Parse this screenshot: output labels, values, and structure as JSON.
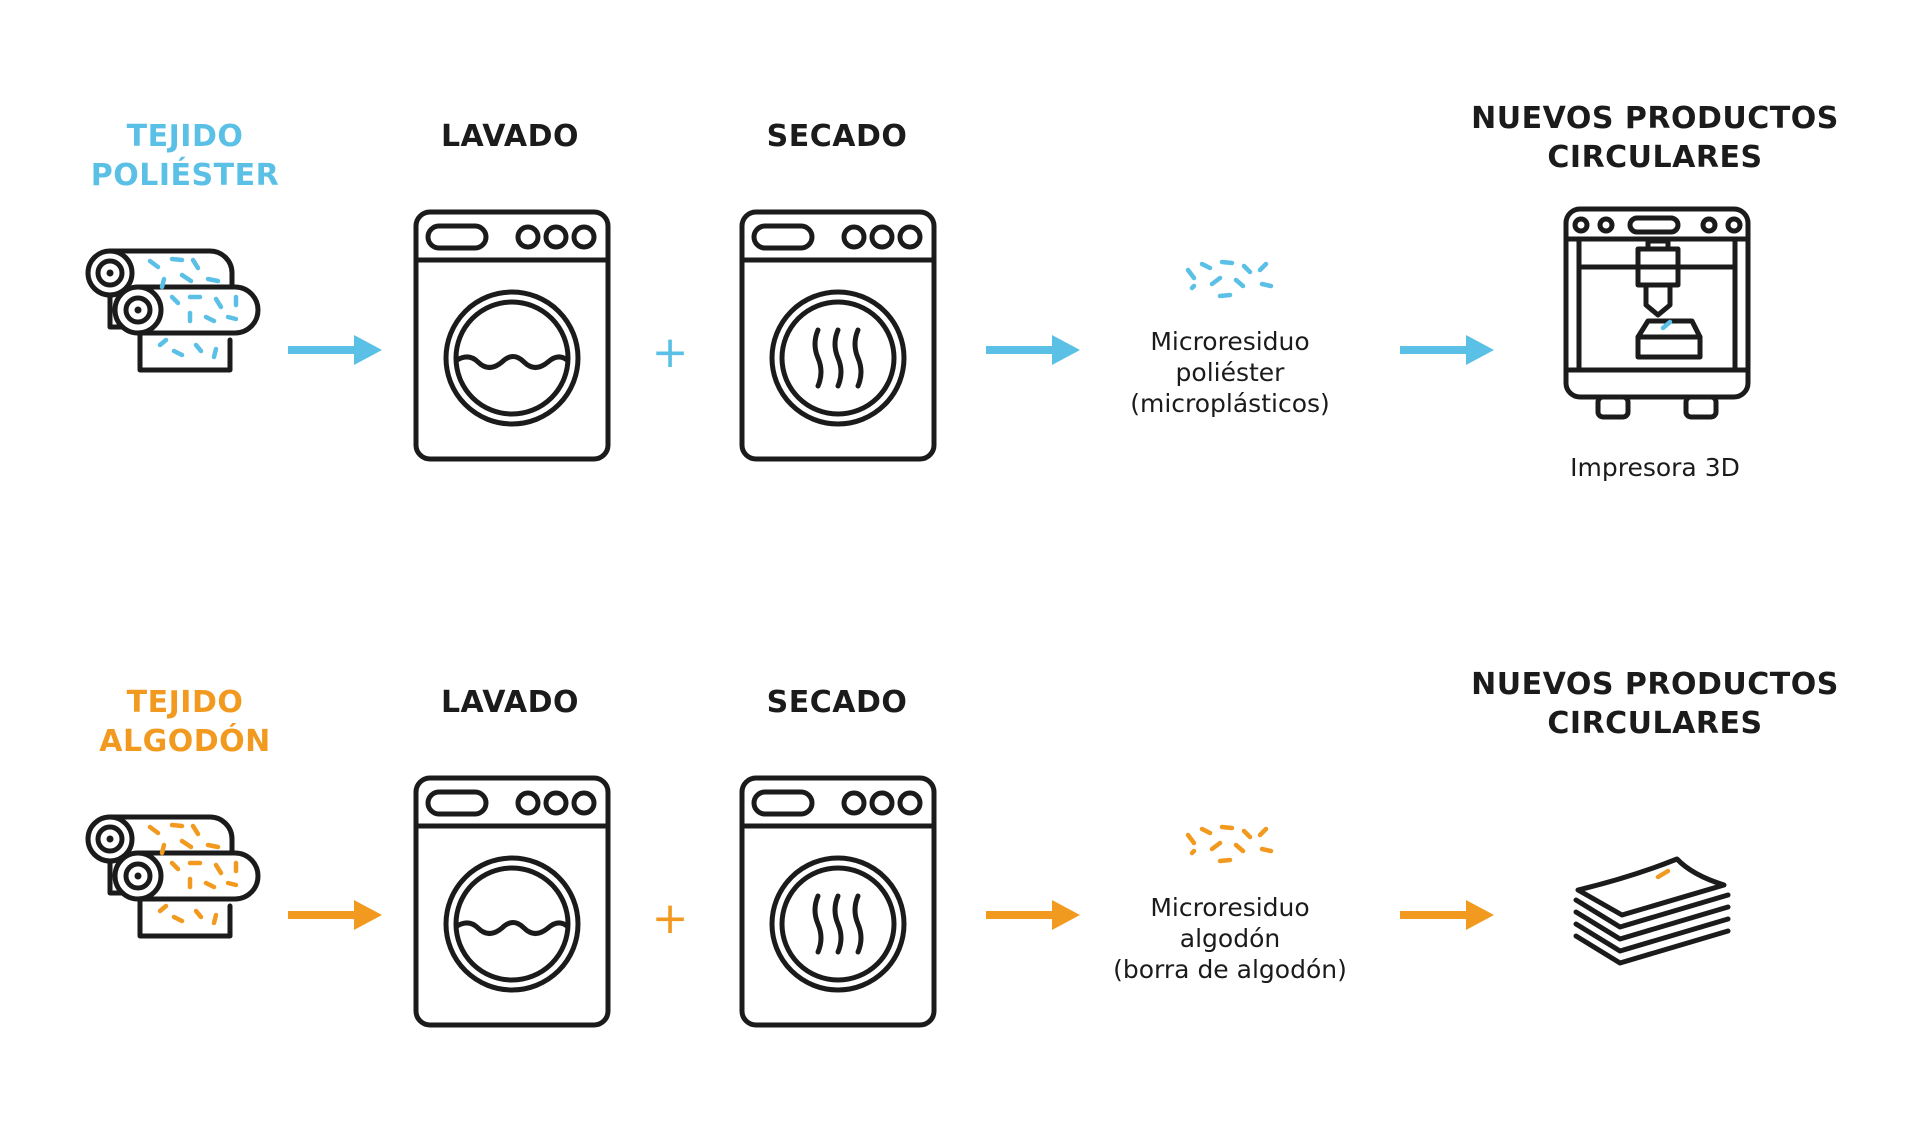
{
  "colors": {
    "polyester": "#5bc0e6",
    "cotton": "#f29a1f",
    "ink": "#1b1b1b"
  },
  "rows": [
    {
      "id": "polyester",
      "fabric_title_line1": "TEJIDO",
      "fabric_title_line2": "POLIÉSTER",
      "fabric_icon": "fabric-rolls-icon",
      "wash_title": "LAVADO",
      "wash_icon": "washing-machine-icon",
      "plus": "+",
      "dry_title": "SECADO",
      "dry_icon": "dryer-icon",
      "residue_icon": "microfibers-icon",
      "residue_line1": "Microresiduo",
      "residue_line2": "poliéster",
      "residue_line3": "(microplásticos)",
      "product_title_line1": "NUEVOS PRODUCTOS",
      "product_title_line2": "CIRCULARES",
      "product_icon": "3d-printer-icon",
      "product_caption": "Impresora 3D"
    },
    {
      "id": "cotton",
      "fabric_title_line1": "TEJIDO",
      "fabric_title_line2": "ALGODÓN",
      "fabric_icon": "fabric-rolls-icon",
      "wash_title": "LAVADO",
      "wash_icon": "washing-machine-icon",
      "plus": "+",
      "dry_title": "SECADO",
      "dry_icon": "dryer-icon",
      "residue_icon": "microfibers-icon",
      "residue_line1": "Microresiduo",
      "residue_line2": "algodón",
      "residue_line3": "(borra de algodón)",
      "product_title_line1": "NUEVOS PRODUCTOS",
      "product_title_line2": "CIRCULARES",
      "product_icon": "paper-stack-icon",
      "product_caption": ""
    }
  ]
}
